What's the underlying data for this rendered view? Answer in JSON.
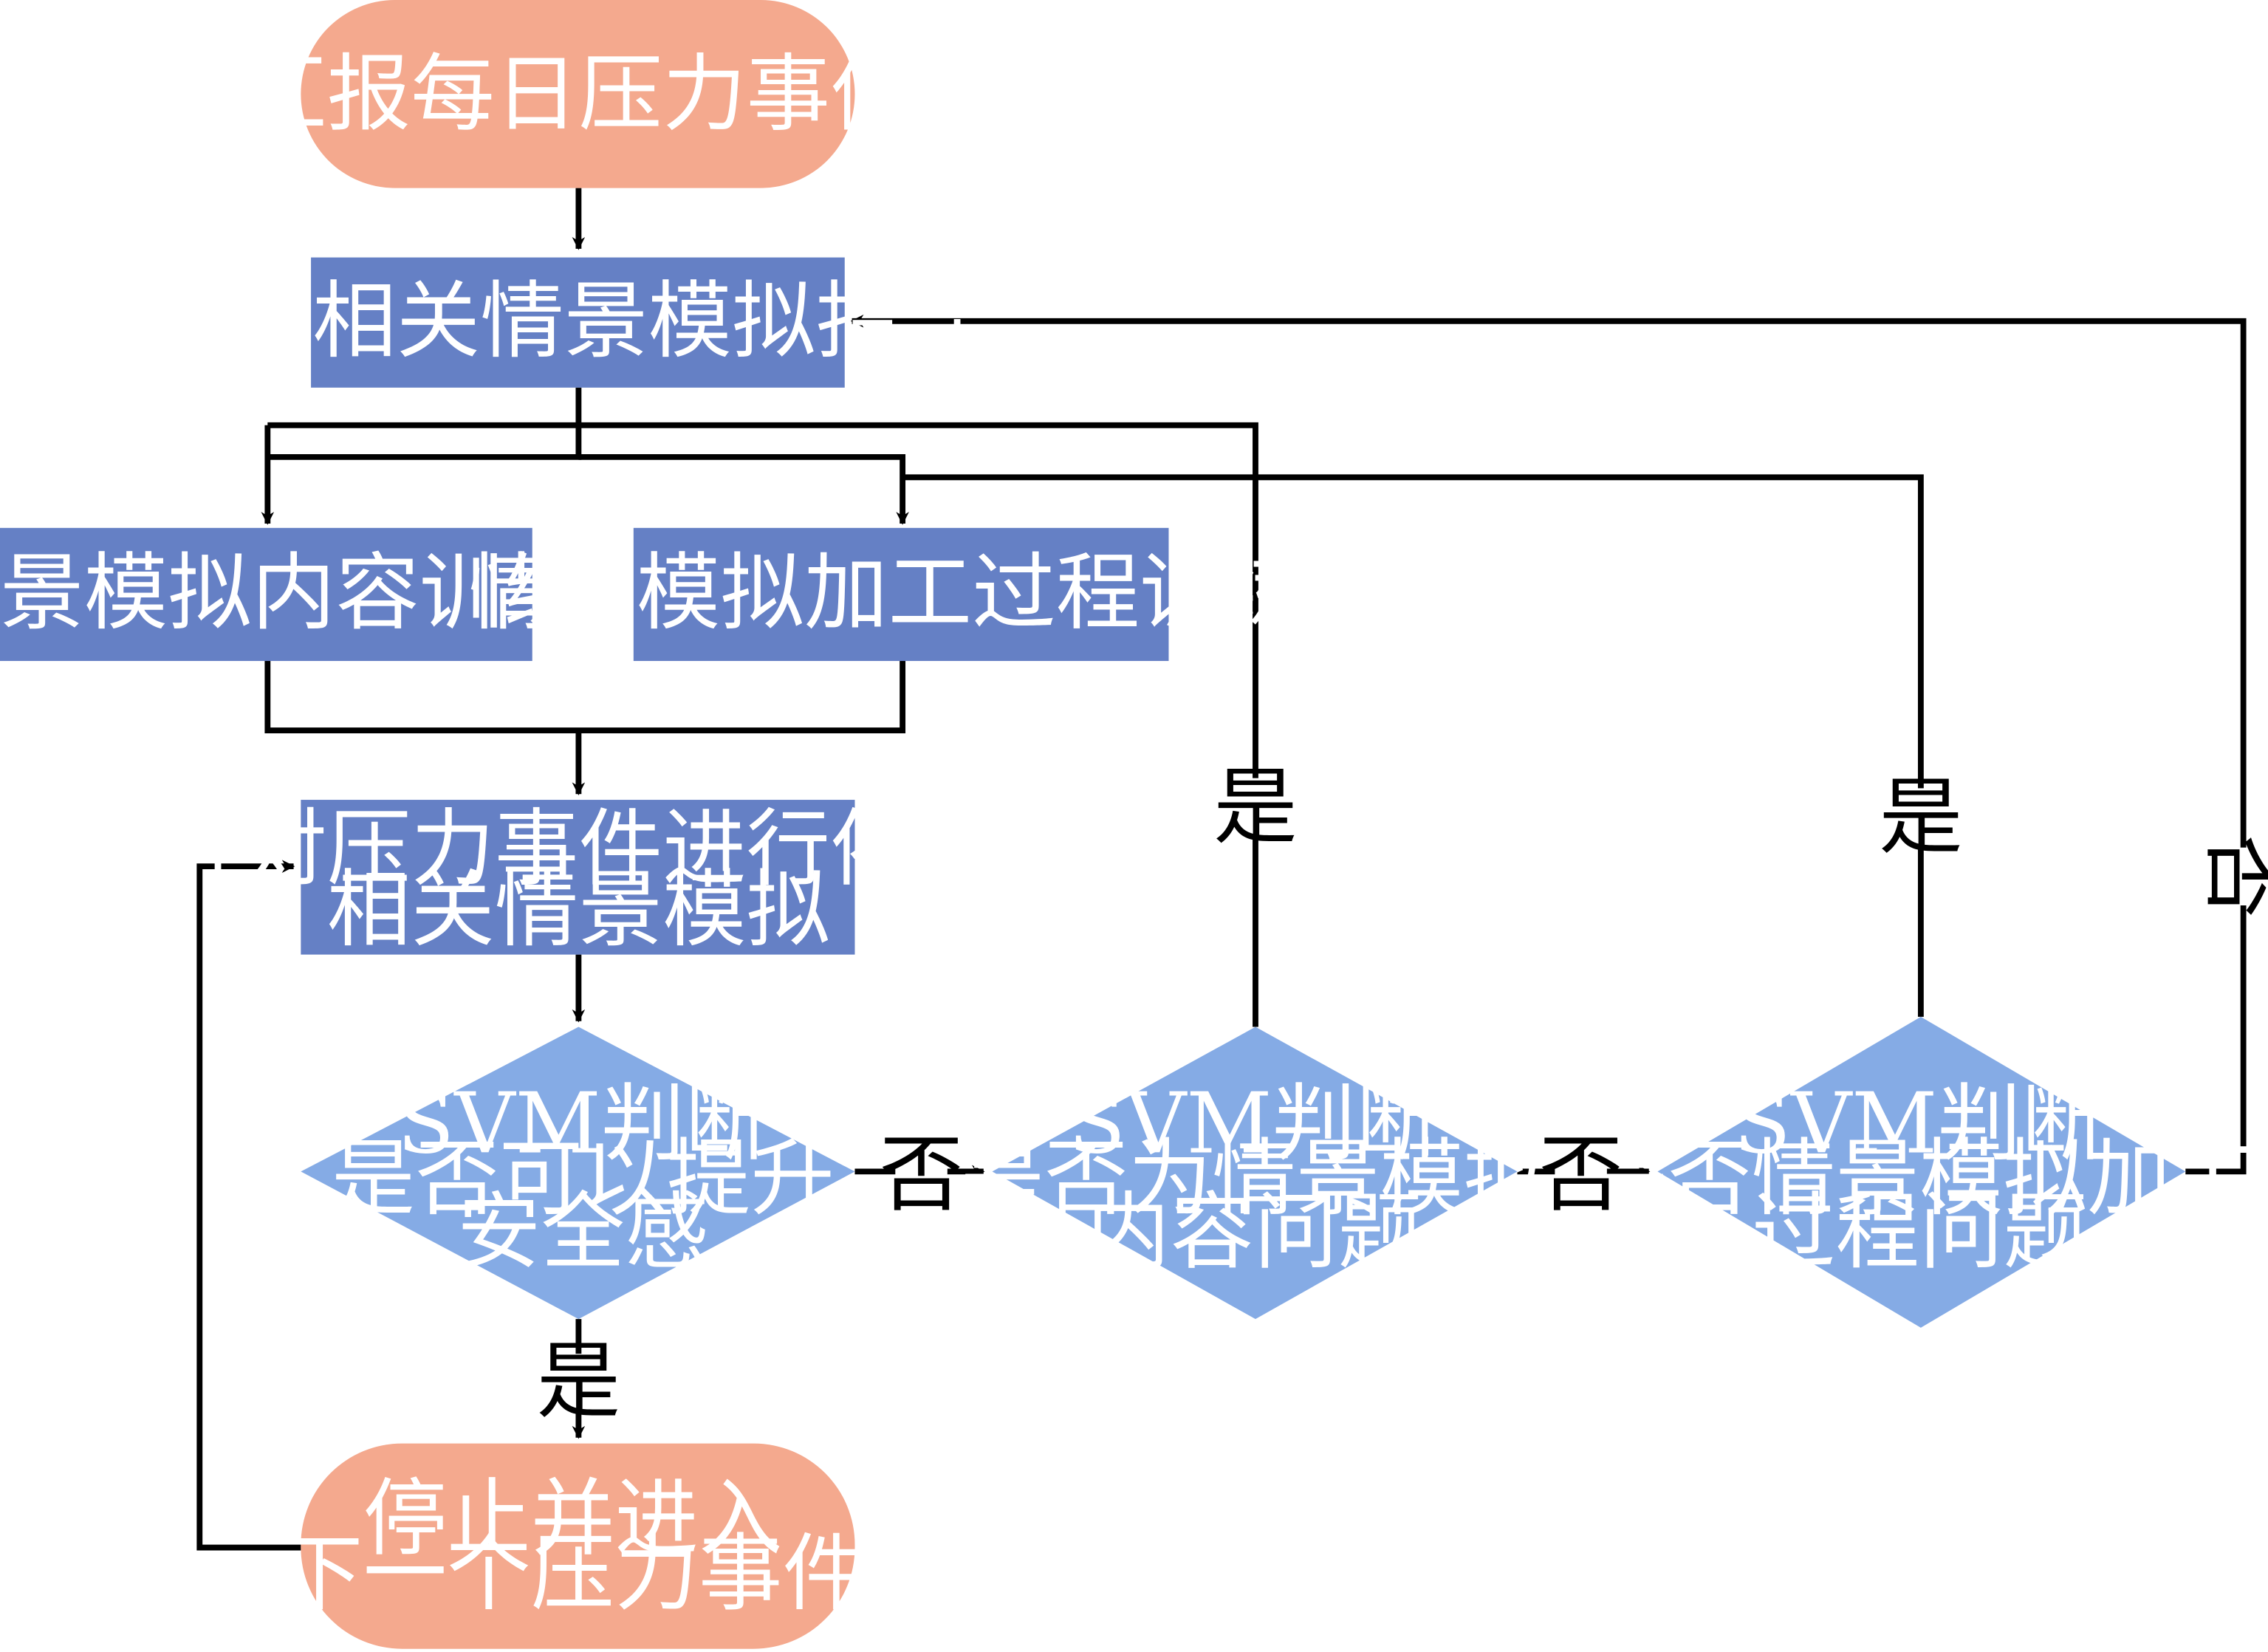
{
  "colors": {
    "terminal": "#F4A98E",
    "process": "#6580C5",
    "decision": "#85ABE5",
    "node_text": "#FFFFFF",
    "line": "#000000"
  },
  "nodes": {
    "start": {
      "lines": [
        "汇报每日压力事件"
      ]
    },
    "guidance": {
      "lines": [
        "依恋相关情景模拟指导"
      ]
    },
    "content_training": {
      "lines": [
        "情景模拟内容训练"
      ]
    },
    "process_training": {
      "lines": [
        "情景模拟加工过程训练"
      ]
    },
    "simulation": {
      "lines": [
        "针对压力事件进行依恋",
        "相关情景模拟"
      ]
    },
    "decision_security": {
      "lines": [
        "SVM判断",
        "是否可以提升",
        "安全感"
      ]
    },
    "decision_content": {
      "lines": [
        "SVM判断",
        "是否为情景模拟",
        "内容问题"
      ]
    },
    "decision_process": {
      "lines": [
        "SVM判断",
        "是否情景模拟加工",
        "过程问题"
      ]
    },
    "end": {
      "lines": [
        "停止并进入",
        "下一个压力事件"
      ]
    }
  },
  "edge_labels": {
    "security_yes": "是",
    "security_no": "否",
    "content_yes": "是",
    "content_no": "否",
    "process_yes": "是",
    "process_no": "否"
  }
}
